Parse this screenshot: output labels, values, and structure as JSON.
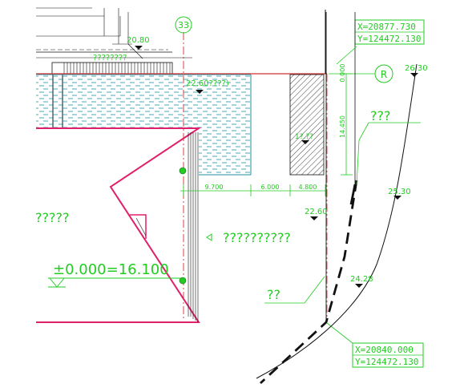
{
  "drawing": {
    "colors": {
      "green": "#22cc22",
      "water": "#1f8ea0",
      "magenta": "#e0206a",
      "red": "#d03030",
      "black": "#111111",
      "background": "#ffffff"
    },
    "axis_bubbles": {
      "axis_33": "33",
      "axis_r": "R"
    },
    "elevations": {
      "elev_20_80": "20.80",
      "elev_22_60_water": "22.60????)",
      "elev_26_30_top": "26.30",
      "elev_25_30": "25.30",
      "elev_22_60": "22.60",
      "elev_24_28": "24.28",
      "elev_pier": "1?.??"
    },
    "dimensions": {
      "dim_9700": "9.700",
      "dim_6000": "6.000",
      "dim_4800": "4.800",
      "dim_14450": "14.450",
      "dim_0000": "0.000"
    },
    "coordinates": {
      "top": {
        "x": "X=20877.730",
        "y": "Y=124472.130"
      },
      "bottom": {
        "x": "X=20840.000",
        "y": "Y=124472.130"
      }
    },
    "labels": {
      "bridge_label": "??????????",
      "top_small": "???",
      "curve_label": "??",
      "left_label": "?????",
      "deck_label": "????????",
      "datum": "±0.000=16.100"
    }
  }
}
